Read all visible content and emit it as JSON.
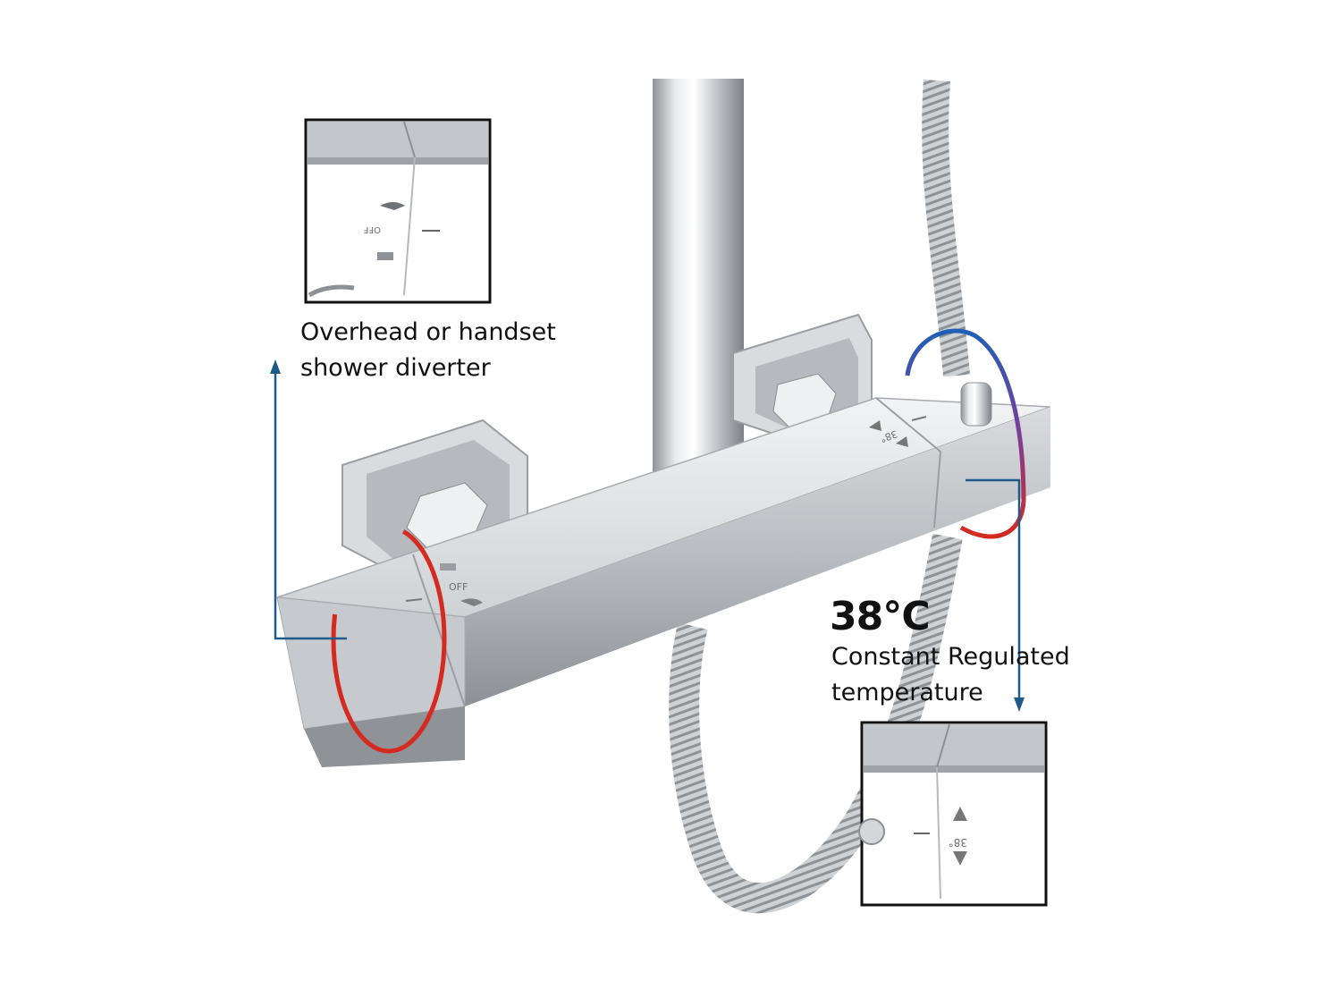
{
  "diverter_callout": {
    "line1": "Overhead or handset",
    "line2": "shower diverter",
    "inset_marking_off": "OFF"
  },
  "temperature_callout": {
    "value": "38℃",
    "line1": "Constant Regulated",
    "line2": "temperature",
    "inset_marking_temp": "38°"
  },
  "product_markings": {
    "left_handle_off": "OFF",
    "right_handle_temp": "38°"
  },
  "colors": {
    "hot_arc": "#d42a20",
    "cold_arc": "#1f5fb8",
    "callout_line": "#1f5a8a"
  }
}
